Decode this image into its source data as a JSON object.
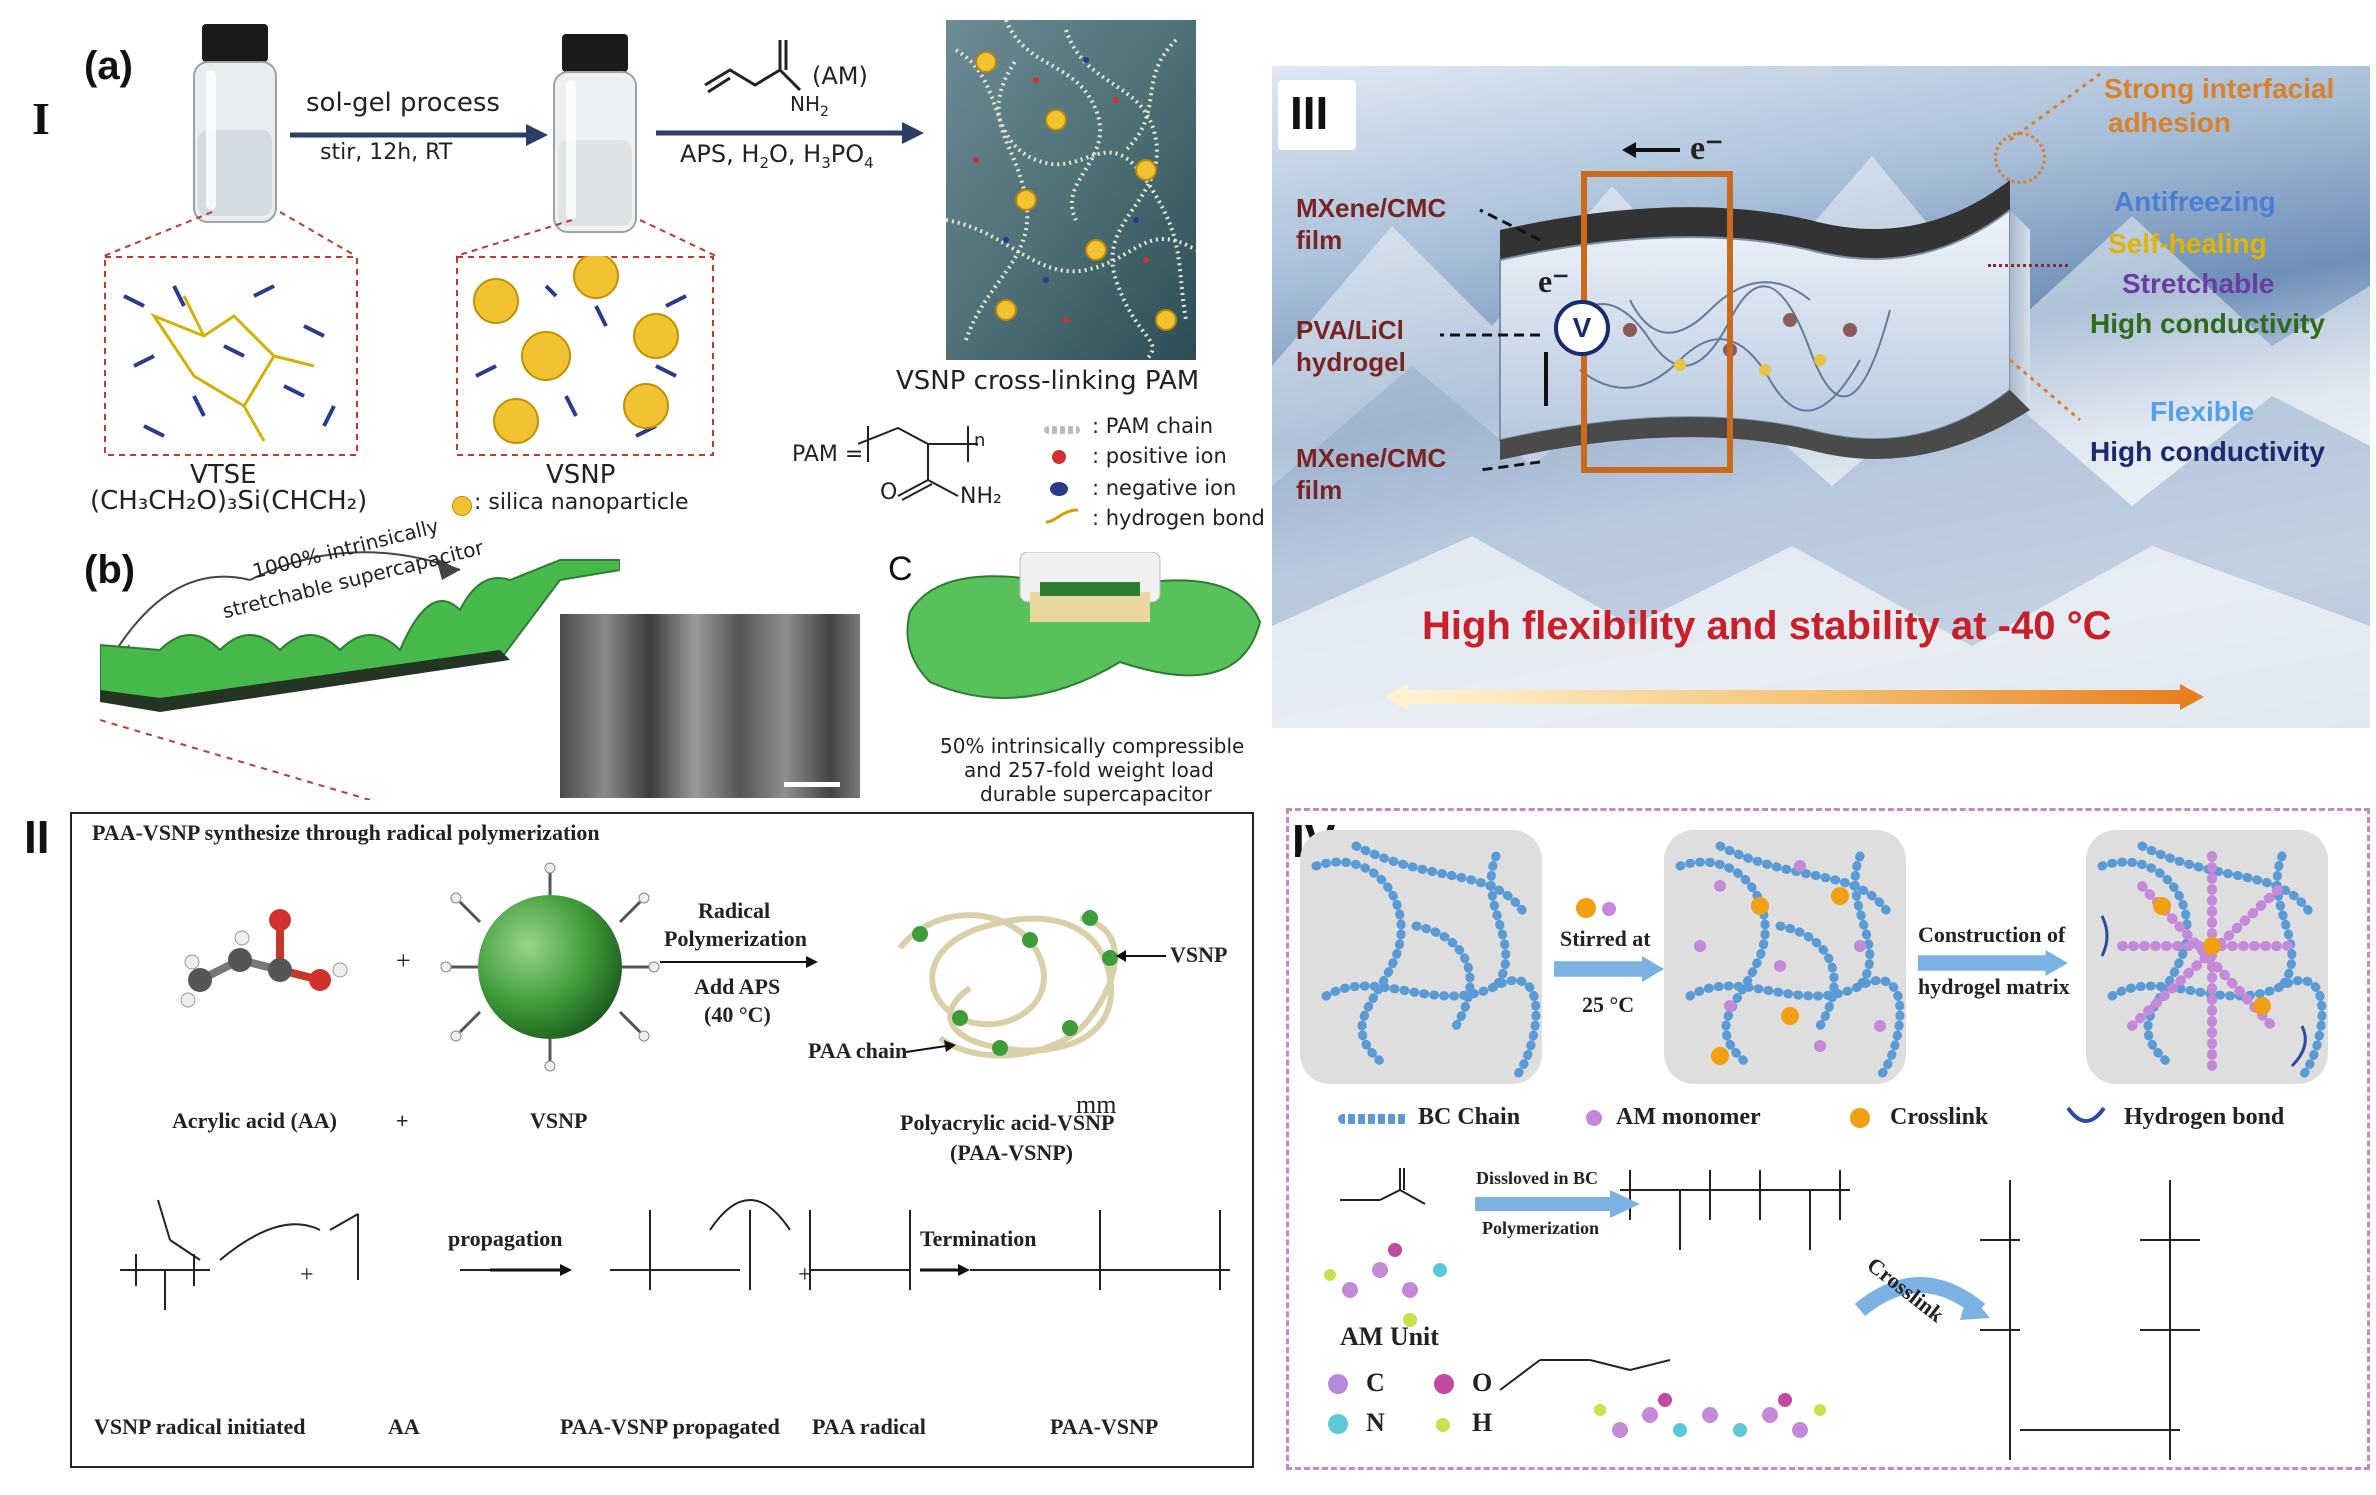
{
  "panels": {
    "p1_label": "I",
    "p2_label": "II",
    "p3_label": "III",
    "p4_label": "IV",
    "sub_a": "(a)",
    "sub_b": "(b)",
    "sub_c": "C"
  },
  "p1": {
    "step1_top": "sol-gel process",
    "step1_bottom": "stir, 12h, RT",
    "am_label": "(AM)",
    "nh2": "NH",
    "nh2_sub": "2",
    "step2_bottom": "APS, H",
    "step2_bottom_tail": "O, H",
    "step2_bottom_tail2": "PO",
    "step2_sub2": "2",
    "step2_sub3": "3",
    "step2_sub4": "4",
    "vtse": "VTSE",
    "vtse_formula": "(CH₃CH₂O)₃Si(CHCH₂)",
    "vsnp": "VSNP",
    "silica_legend": ": silica nanoparticle",
    "gel_caption": "VSNP cross-linking PAM",
    "pam_eq": "PAM =",
    "pam_n": "n",
    "pam_o": "O",
    "pam_nh2": "NH₂",
    "legend_pam": ": PAM chain",
    "legend_pos": ": positive ion",
    "legend_neg": ": negative ion",
    "legend_hb": ": hydrogen bond",
    "stretch_text_1": "1000% intrinsically",
    "stretch_text_2": "stretchable supercapacitor",
    "compress_1": "50% intrinsically compressible",
    "compress_2": "and 257-fold weight load",
    "compress_3": "durable supercapacitor"
  },
  "p2": {
    "title": "PAA-VSNP synthesize through radical polymerization",
    "plus1": "+",
    "radical_1": "Radical",
    "radical_2": "Polymerization",
    "radical_3": "Add APS",
    "radical_4": "(40 °C)",
    "vsnp_arrow": "VSNP",
    "paa_chain": "PAA chain",
    "mm": "mm",
    "acrylic": "Acrylic acid (AA)",
    "plus2": "+",
    "vsnp": "VSNP",
    "product_1": "Polyacrylic acid-VSNP",
    "product_2": "(PAA-VSNP)",
    "propagation": "propagation",
    "termination": "Termination",
    "plus3": "+",
    "plus4": "+",
    "cap_1": "VSNP radical initiated",
    "cap_2": "AA",
    "cap_3": "PAA-VSNP propagated",
    "cap_4": "PAA radical",
    "cap_5": "PAA-VSNP"
  },
  "p3": {
    "electron_top": "e⁻",
    "electron_left": "e⁻",
    "v": "V",
    "mxene_top_1": "MXene/CMC",
    "mxene_top_2": "film",
    "pva_1": "PVA/LiCl",
    "pva_2": "hydrogel",
    "mxene_bot_1": "MXene/CMC",
    "mxene_bot_2": "film",
    "strong_1": "Strong interfacial",
    "strong_2": "adhesion",
    "antifreezing": "Antifreezing",
    "selfhealing": "Self-healing",
    "stretchable": "Stretchable",
    "highcond1": "High conductivity",
    "flexible": "Flexible",
    "highcond2": "High conductivity",
    "banner": "High flexibility and stability at -40 °C",
    "colors": {
      "orange": "#d9822b",
      "blue": "#4a7fd4",
      "yellow": "#e2b400",
      "purple": "#6a3ea1",
      "green": "#2f6b1c",
      "lightblue": "#56a0e8",
      "navy": "#1a2a6c",
      "red": "#c8202a",
      "maroon": "#7a2323"
    }
  },
  "p4": {
    "stirred_1": "Stirred at",
    "stirred_2": "25 °C",
    "construct_1": "Construction of",
    "construct_2": "hydrogel matrix",
    "legend_bc": "BC Chain",
    "legend_am": "AM monomer",
    "legend_cross": "Crosslink",
    "legend_hb": "Hydrogen bond",
    "dissolved": "Dissloved in BC",
    "polymerization": "Polymerization",
    "crosslink": "Crosslink",
    "am_unit": "AM Unit",
    "atom_c": "C",
    "atom_o": "O",
    "atom_n": "N",
    "atom_h": "H"
  }
}
